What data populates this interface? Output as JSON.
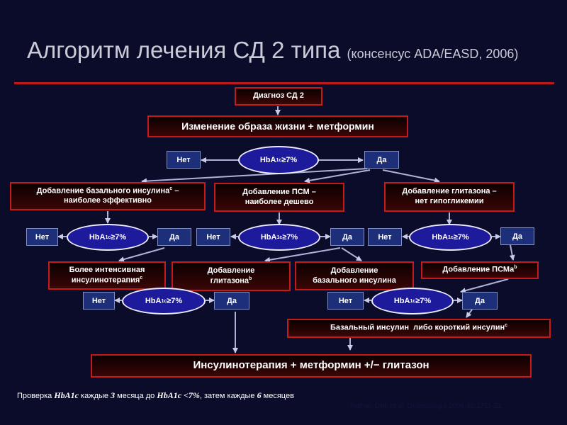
{
  "title": {
    "main": "Алгоритм лечения СД 2 типа",
    "subtitle": "(консенсус ADA/EASD, 2006)"
  },
  "flowchart": {
    "diagnosis": "Диагноз СД 2",
    "lifestyle": "Изменение образа жизни + метформин",
    "test_label": "HbA",
    "test_sub": "1c",
    "test_suffix": " ≥7%",
    "no": "Нет",
    "yes": "Да",
    "basal_line1": "Добавление базального инсулина",
    "basal_sup": "c",
    "basal_line1_end": " –",
    "basal_line2": "наиболее эффективно",
    "psm_line1": "Добавление ПСМ –",
    "psm_line2": "наиболее дешево",
    "glit_line1": "Добавление глитазона –",
    "glit_line2": "нет гипогликемии",
    "intensive_line1": "Более интенсивная",
    "intensive_line2": "инсулинотерапия",
    "intensive_sup": "c",
    "add_glit_line1": "Добавление",
    "add_glit_line2": "глитазона",
    "add_glit_sup": "b",
    "add_basal_line1": "Добавление",
    "add_basal_line2": "базального инсулина",
    "add_psm": "Добавление ПСМа",
    "add_psm_sup": "b",
    "basal_or_short": "Базальный инсулин  либо короткий инсулин",
    "basal_or_short_sup": "c",
    "final": "Инсулинотерапия + метформин +/− глитазон"
  },
  "footer": {
    "prefix": "Проверка ",
    "hba": "HbA1c",
    "mid1": " каждые ",
    "n1": "3",
    "mid2": " месяца до ",
    "hba2": "HbA1c <7%",
    "mid3": ", затем каждые ",
    "n2": "6",
    "mid4": " месяцев"
  },
  "citation": "Nathan DM, et al. Diabetologia 2006;49:1711-21",
  "colors": {
    "background": "#0b0b2a",
    "box_border": "#c41a1a",
    "oval_fill": "#1d1a9c",
    "yes_no_fill": "#1c2f78",
    "rule": "#c01818"
  }
}
